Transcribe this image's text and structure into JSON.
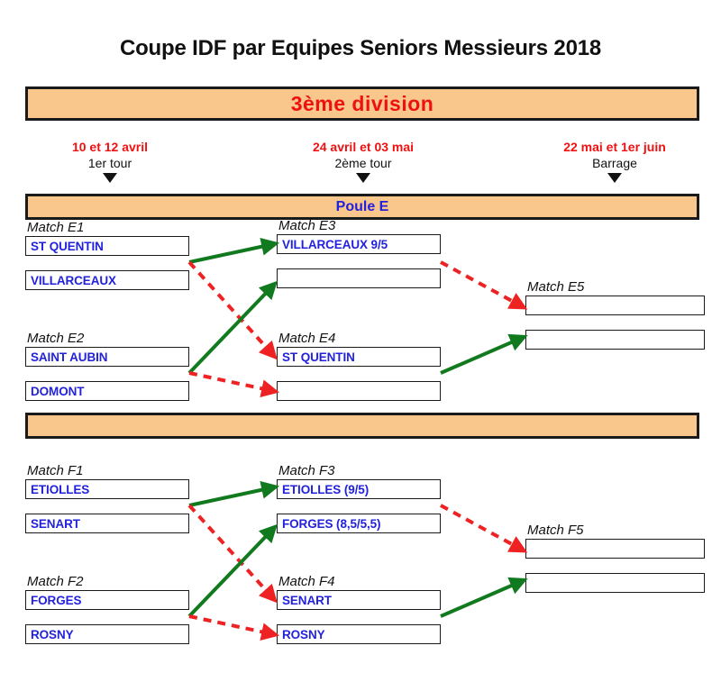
{
  "page": {
    "title": "Coupe IDF par Equipes Seniors Messieurs 2018"
  },
  "division_banner": {
    "label": "3ème  division",
    "color": "#ee1111",
    "background": "#f9c68b"
  },
  "rounds": [
    {
      "date": "10 et 12 avril",
      "name": "1er tour",
      "arrow": "down-triangle-icon"
    },
    {
      "date": "24 avril et 03 mai",
      "name": "2ème tour",
      "arrow": "down-triangle-icon"
    },
    {
      "date": "22 mai et 1er juin",
      "name": "Barrage",
      "arrow": "down-triangle-icon"
    }
  ],
  "poules": [
    {
      "id": "E",
      "banner_label": "Poule E",
      "banner_color": "#2222dd",
      "matches": [
        {
          "id": "E1",
          "label": "Match E1",
          "slots": [
            "ST QUENTIN",
            "VILLARCEAUX"
          ]
        },
        {
          "id": "E2",
          "label": "Match E2",
          "slots": [
            "SAINT AUBIN",
            "DOMONT"
          ]
        },
        {
          "id": "E3",
          "label": "Match E3",
          "slots": [
            "VILLARCEAUX 9/5",
            ""
          ]
        },
        {
          "id": "E4",
          "label": "Match E4",
          "slots": [
            "ST QUENTIN",
            ""
          ]
        },
        {
          "id": "E5",
          "label": "Match E5",
          "slots": [
            "",
            ""
          ]
        }
      ]
    },
    {
      "id": "F",
      "banner_label": "",
      "banner_color": "#2222dd",
      "matches": [
        {
          "id": "F1",
          "label": "Match F1",
          "slots": [
            "ETIOLLES",
            "SENART"
          ]
        },
        {
          "id": "F2",
          "label": "Match F2",
          "slots": [
            "FORGES",
            "ROSNY"
          ]
        },
        {
          "id": "F3",
          "label": "Match F3",
          "slots": [
            "ETIOLLES (9/5)",
            "FORGES (8,5/5,5)"
          ]
        },
        {
          "id": "F4",
          "label": "Match F4",
          "slots": [
            "SENART",
            "ROSNY"
          ]
        },
        {
          "id": "F5",
          "label": "Match F5",
          "slots": [
            "",
            ""
          ]
        }
      ]
    }
  ],
  "connectors": {
    "winner_color": "#127a1e",
    "loser_color": "#ee2222",
    "winner_style": "solid-green-arrow",
    "loser_style": "dashed-red-arrow"
  }
}
